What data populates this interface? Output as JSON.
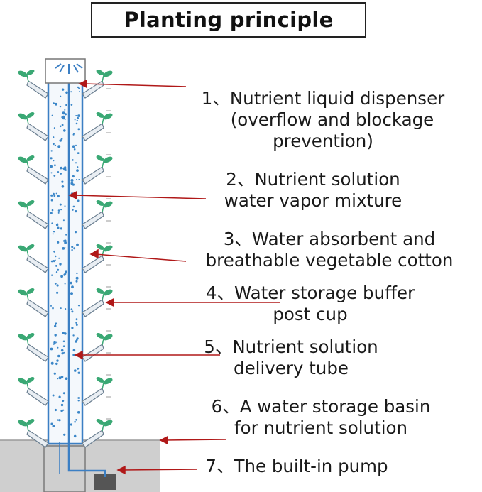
{
  "title": "Planting principle",
  "labels": [
    {
      "id": "l1",
      "lines": [
        "1、Nutrient liquid dispenser",
        "(overflow and blockage",
        "prevention)"
      ]
    },
    {
      "id": "l2",
      "lines": [
        "2、Nutrient solution",
        "water vapor mixture"
      ]
    },
    {
      "id": "l3",
      "lines": [
        "3、Water absorbent and",
        "breathable vegetable cotton"
      ]
    },
    {
      "id": "l4",
      "lines": [
        "4、Water storage buffer",
        "post cup"
      ]
    },
    {
      "id": "l5",
      "lines": [
        "5、Nutrient solution",
        "delivery tube"
      ]
    },
    {
      "id": "l6",
      "lines": [
        "6、A water storage basin",
        "for nutrient solution"
      ]
    },
    {
      "id": "l7",
      "lines": [
        "7、The built-in pump"
      ]
    }
  ],
  "colors": {
    "tube": "#3b7fc4",
    "bubbles": "#3a86c8",
    "leaf": "#3aa874",
    "arrow": "#b01818",
    "basin": "#cfcfcf"
  }
}
